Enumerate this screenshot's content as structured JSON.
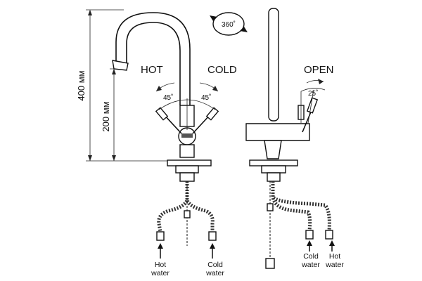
{
  "diagram": {
    "dimension_total": "400 мм",
    "dimension_spout": "200 мм",
    "label_hot": "HOT",
    "label_cold": "COLD",
    "label_open": "OPEN",
    "rotation": "360˚",
    "angle_left": "45˚",
    "angle_right": "45˚",
    "angle_side": "25˚",
    "front_hoses": [
      {
        "line1": "Hot",
        "line2": "water"
      },
      {
        "line1": "Cold",
        "line2": "water"
      }
    ],
    "side_hoses": [
      {
        "line1": "Cold",
        "line2": "water"
      },
      {
        "line1": "Hot",
        "line2": "water"
      }
    ]
  }
}
